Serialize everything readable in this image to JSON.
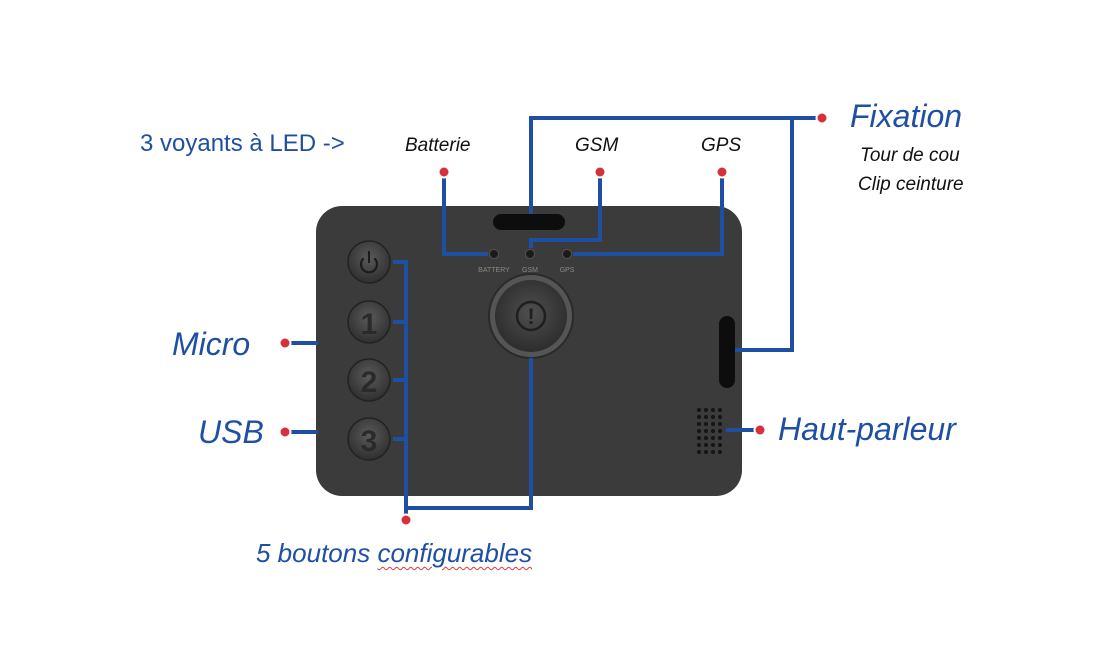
{
  "title_leds": "3 voyants à LED ->",
  "led_labels": {
    "battery": "Batterie",
    "gsm": "GSM",
    "gps": "GPS"
  },
  "device_led_texts": {
    "battery": "BATTERY",
    "gsm": "GSM",
    "gps": "GPS"
  },
  "fixation": {
    "title": "Fixation",
    "line1": "Tour de cou",
    "line2": "Clip ceinture"
  },
  "side_labels": {
    "micro": "Micro",
    "usb": "USB",
    "speaker": "Haut-parleur"
  },
  "buttons_caption": {
    "part1": "5 boutons ",
    "part2": "configurables"
  },
  "button_glyphs": [
    "1",
    "2",
    "3"
  ],
  "sos_glyph": "!",
  "colors": {
    "accent_blue": "#1f4fa3",
    "dot_red": "#d6303a",
    "device_body": "#3b3b3b"
  }
}
